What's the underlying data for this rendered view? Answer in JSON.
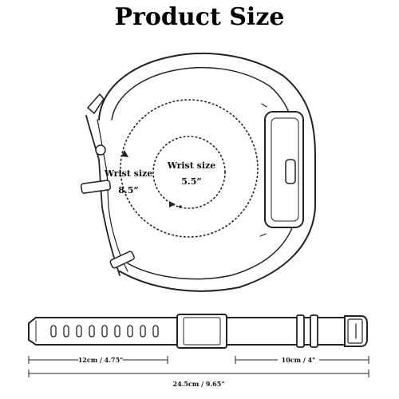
{
  "title": "Product Size",
  "wrist_outer": {
    "label": "Wrist size",
    "value": "8.5”"
  },
  "wrist_inner": {
    "label": "Wrist size",
    "value": "5.5”"
  },
  "dimensions": {
    "left_strap": "12cm / 4.75\"",
    "right_strap": "10cm / 4\"",
    "total": "24.5cm / 9.65\""
  }
}
